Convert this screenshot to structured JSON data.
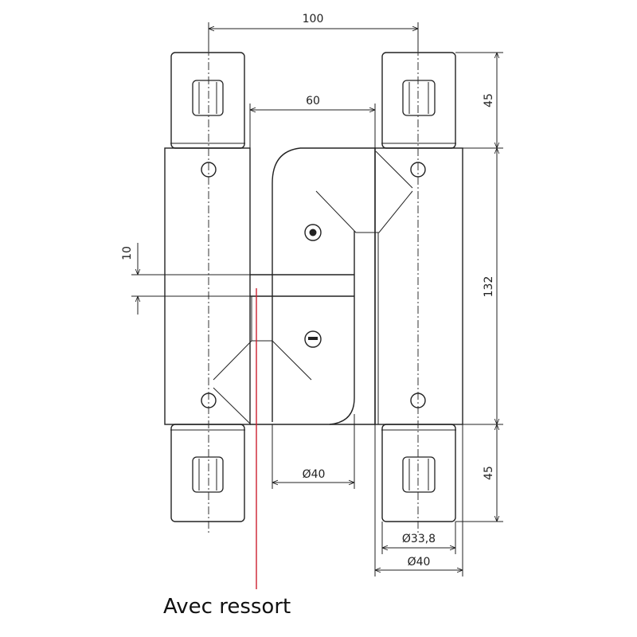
{
  "drawing": {
    "dimensions": {
      "top_width": "100",
      "leaf_width": "60",
      "gap": "10",
      "knuckle_height_top": "45",
      "body_height": "132",
      "knuckle_height_bottom": "45",
      "diameter_inner": "Ø40",
      "diameter_pin": "Ø33,8",
      "diameter_outer": "Ø40"
    },
    "callout": {
      "label": "Avec ressort",
      "color": "#cc1f2f"
    }
  }
}
